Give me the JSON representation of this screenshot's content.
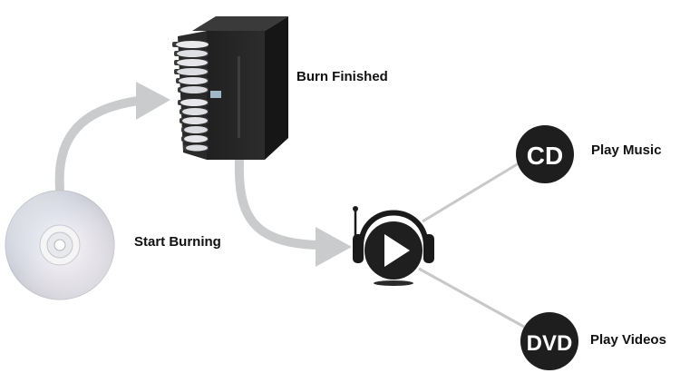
{
  "labels": {
    "start": "Start Burning",
    "finished": "Burn Finished",
    "music": "Play Music",
    "videos": "Play Videos"
  },
  "badges": {
    "cd": "CD",
    "dvd": "DVD"
  },
  "icons": {
    "disc": "optical-disc-icon",
    "duplicator": "disc-duplicator-tower-icon",
    "player": "headphones-play-icon"
  },
  "colors": {
    "arrow": "#c9cbcd",
    "connector": "#c8c8c8",
    "badge": "#1e1e1e",
    "tower": "#262626"
  }
}
